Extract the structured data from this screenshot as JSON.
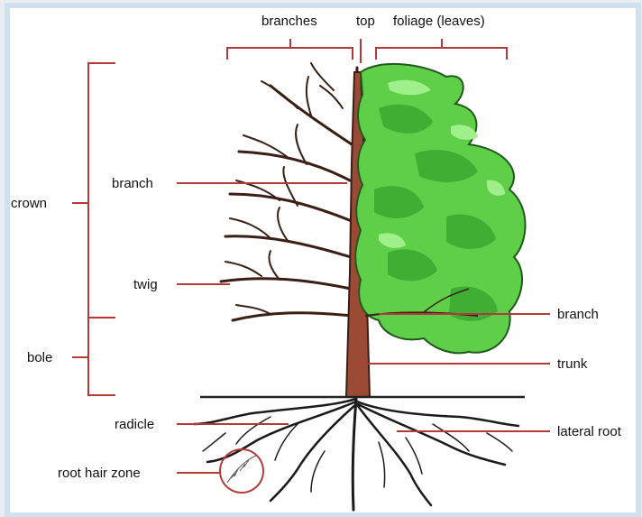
{
  "labels": {
    "branches": "branches",
    "top": "top",
    "foliage": "foliage (leaves)",
    "crown": "crown",
    "branch_left": "branch",
    "twig": "twig",
    "bole": "bole",
    "branch_right": "branch",
    "trunk": "trunk",
    "radicle": "radicle",
    "lateral_root": "lateral root",
    "root_hair_zone": "root hair zone"
  },
  "colors": {
    "bracket": "#b33a3a",
    "trunk": "#9b4a35",
    "trunk_outline": "#3a1f16",
    "foliage": "#5fcf4a",
    "foliage_dark": "#2f8a2a",
    "foliage_light": "#9ff08a",
    "ground": "#222222",
    "roots": "#f4f1ec",
    "root_outline": "#1b1b1b",
    "panel_bg": "#ffffff"
  }
}
